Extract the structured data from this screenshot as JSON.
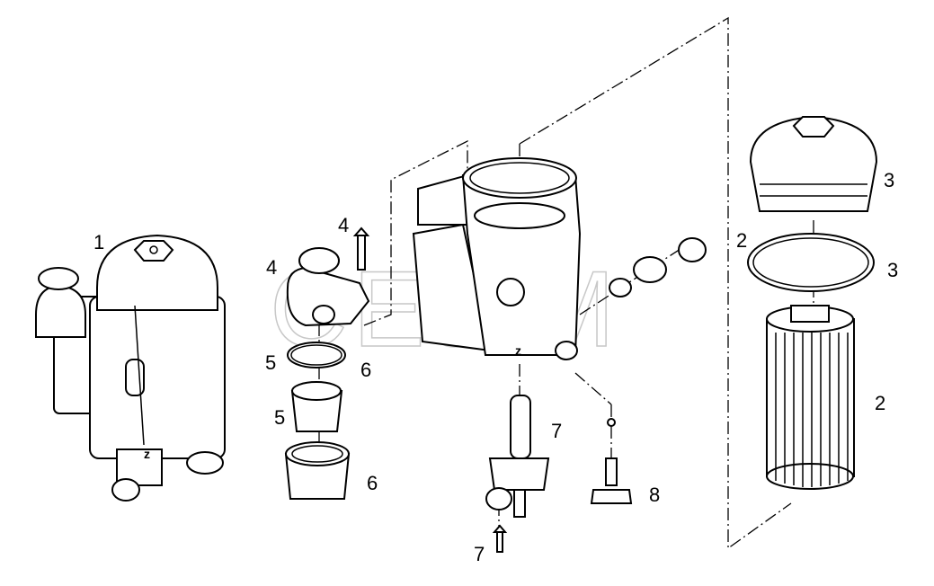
{
  "watermark": "CEJIM",
  "callouts": [
    {
      "id": "c1",
      "text": "1"
    },
    {
      "id": "c4a",
      "text": "4"
    },
    {
      "id": "c4b",
      "text": "4"
    },
    {
      "id": "c5a",
      "text": "5"
    },
    {
      "id": "c6a",
      "text": "6"
    },
    {
      "id": "c5b",
      "text": "5"
    },
    {
      "id": "c6b",
      "text": "6"
    },
    {
      "id": "c7a",
      "text": "7"
    },
    {
      "id": "c7b",
      "text": "7"
    },
    {
      "id": "c8",
      "text": "8"
    },
    {
      "id": "c3a",
      "text": "3"
    },
    {
      "id": "c2a",
      "text": "2"
    },
    {
      "id": "c3b",
      "text": "3"
    },
    {
      "id": "c2b",
      "text": "2"
    }
  ],
  "colors": {
    "line": "#000000",
    "background": "#ffffff",
    "watermark": "#c8c8c8"
  }
}
